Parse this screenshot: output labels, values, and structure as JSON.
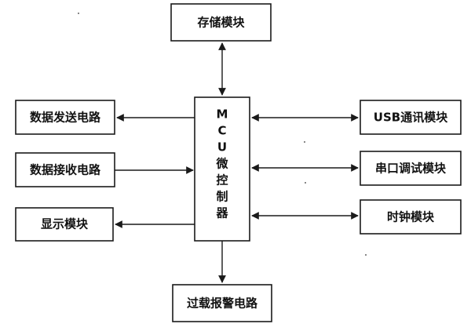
{
  "diagram": {
    "mcu_label": "MCU微控制器",
    "modules": {
      "storage": "存储模块",
      "data_send": "数据发送电路",
      "data_recv": "数据接收电路",
      "display": "显示模块",
      "usb_comm": "USB通讯模块",
      "serial_debug": "串口调试模块",
      "clock": "时钟模块",
      "overload_alarm": "过载报警电路"
    }
  },
  "colors": {
    "line": "#1a1a1a",
    "background": "#ffffff"
  }
}
